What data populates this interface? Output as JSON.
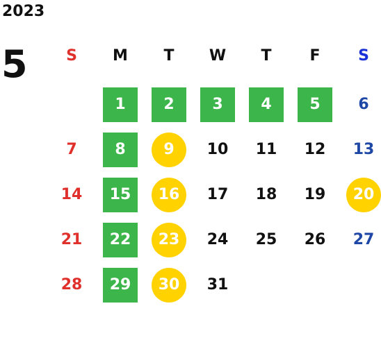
{
  "year": "2023",
  "month": "5",
  "colors": {
    "sunday": "#e0302c",
    "saturday": "#1f48a6",
    "saturday_header": "#1a30d8",
    "weekday": "#111111",
    "green_mark": "#3cb54a",
    "yellow_mark": "#ffd200",
    "mark_text": "#ffffff"
  },
  "weekdays": [
    "S",
    "M",
    "T",
    "W",
    "T",
    "F",
    "S"
  ],
  "days": [
    {
      "label": "1",
      "col": 1,
      "row": 0,
      "mark": "green"
    },
    {
      "label": "2",
      "col": 2,
      "row": 0,
      "mark": "green"
    },
    {
      "label": "3",
      "col": 3,
      "row": 0,
      "mark": "green"
    },
    {
      "label": "4",
      "col": 4,
      "row": 0,
      "mark": "green"
    },
    {
      "label": "5",
      "col": 5,
      "row": 0,
      "mark": "green"
    },
    {
      "label": "6",
      "col": 6,
      "row": 0,
      "mark": "none"
    },
    {
      "label": "7",
      "col": 0,
      "row": 1,
      "mark": "none"
    },
    {
      "label": "8",
      "col": 1,
      "row": 1,
      "mark": "green"
    },
    {
      "label": "9",
      "col": 2,
      "row": 1,
      "mark": "yellow"
    },
    {
      "label": "10",
      "col": 3,
      "row": 1,
      "mark": "none"
    },
    {
      "label": "11",
      "col": 4,
      "row": 1,
      "mark": "none"
    },
    {
      "label": "12",
      "col": 5,
      "row": 1,
      "mark": "none"
    },
    {
      "label": "13",
      "col": 6,
      "row": 1,
      "mark": "none"
    },
    {
      "label": "14",
      "col": 0,
      "row": 2,
      "mark": "none"
    },
    {
      "label": "15",
      "col": 1,
      "row": 2,
      "mark": "green"
    },
    {
      "label": "16",
      "col": 2,
      "row": 2,
      "mark": "yellow"
    },
    {
      "label": "17",
      "col": 3,
      "row": 2,
      "mark": "none"
    },
    {
      "label": "18",
      "col": 4,
      "row": 2,
      "mark": "none"
    },
    {
      "label": "19",
      "col": 5,
      "row": 2,
      "mark": "none"
    },
    {
      "label": "20",
      "col": 6,
      "row": 2,
      "mark": "yellow"
    },
    {
      "label": "21",
      "col": 0,
      "row": 3,
      "mark": "none"
    },
    {
      "label": "22",
      "col": 1,
      "row": 3,
      "mark": "green"
    },
    {
      "label": "23",
      "col": 2,
      "row": 3,
      "mark": "yellow"
    },
    {
      "label": "24",
      "col": 3,
      "row": 3,
      "mark": "none"
    },
    {
      "label": "25",
      "col": 4,
      "row": 3,
      "mark": "none"
    },
    {
      "label": "26",
      "col": 5,
      "row": 3,
      "mark": "none"
    },
    {
      "label": "27",
      "col": 6,
      "row": 3,
      "mark": "none"
    },
    {
      "label": "28",
      "col": 0,
      "row": 4,
      "mark": "none"
    },
    {
      "label": "29",
      "col": 1,
      "row": 4,
      "mark": "green"
    },
    {
      "label": "30",
      "col": 2,
      "row": 4,
      "mark": "yellow"
    },
    {
      "label": "31",
      "col": 3,
      "row": 4,
      "mark": "none"
    }
  ]
}
